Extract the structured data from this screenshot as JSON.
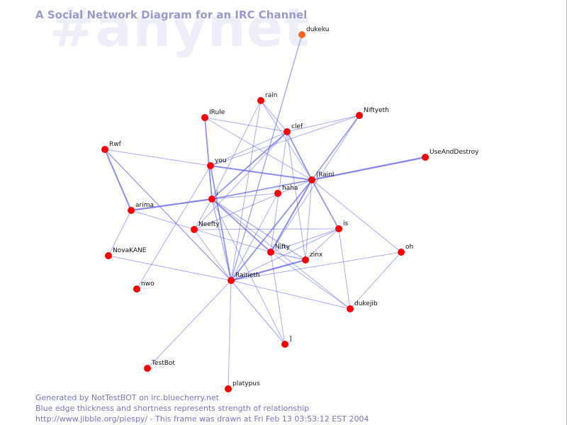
{
  "watermark": "#anynet",
  "title": "A Social Network Diagram for an IRC Channel",
  "colors": {
    "node": "#ff0000",
    "node_active": "#ff6622",
    "edge": "#6666ee",
    "title": "#9999cc",
    "footer": "#7777bb"
  },
  "nodes": [
    {
      "id": "dukeku",
      "label": "dukeku"
    },
    {
      "id": "rain",
      "label": "rain"
    },
    {
      "id": "IRule",
      "label": "IRule"
    },
    {
      "id": "clef",
      "label": "clef"
    },
    {
      "id": "Niftyeth",
      "label": "Niftyeth"
    },
    {
      "id": "Rwf",
      "label": "Rwf"
    },
    {
      "id": "you",
      "label": "you"
    },
    {
      "id": "UseAndDestroy",
      "label": "UseAndDestroy"
    },
    {
      "id": "IRainI",
      "label": "|RainI"
    },
    {
      "id": "haha",
      "label": "haha"
    },
    {
      "id": "i",
      "label": "i"
    },
    {
      "id": "arima",
      "label": "arima"
    },
    {
      "id": "Neefty",
      "label": "Neefty"
    },
    {
      "id": "is",
      "label": "is"
    },
    {
      "id": "NovaKANE",
      "label": "NovaKANE"
    },
    {
      "id": "Nifty",
      "label": "Nifty"
    },
    {
      "id": "oh",
      "label": "oh"
    },
    {
      "id": "zinx",
      "label": "zinx"
    },
    {
      "id": "Raineth",
      "label": "Raineth"
    },
    {
      "id": "nwo",
      "label": "nwo"
    },
    {
      "id": "dukejib",
      "label": "dukejib"
    },
    {
      "id": "J",
      "label": "]"
    },
    {
      "id": "TestBot",
      "label": "TestBot"
    },
    {
      "id": "platypus",
      "label": "platypus"
    }
  ],
  "edges": [
    {
      "from": "dukeku",
      "to": "Raineth",
      "weight": 1.3
    },
    {
      "from": "rain",
      "to": "clef",
      "weight": 1
    },
    {
      "from": "rain",
      "to": "i",
      "weight": 1
    },
    {
      "from": "rain",
      "to": "Raineth",
      "weight": 1
    },
    {
      "from": "rain",
      "to": "IRainI",
      "weight": 1
    },
    {
      "from": "IRule",
      "to": "clef",
      "weight": 1
    },
    {
      "from": "IRule",
      "to": "IRainI",
      "weight": 1
    },
    {
      "from": "IRule",
      "to": "i",
      "weight": 1.8
    },
    {
      "from": "clef",
      "to": "you",
      "weight": 1
    },
    {
      "from": "clef",
      "to": "i",
      "weight": 1.8
    },
    {
      "from": "clef",
      "to": "IRainI",
      "weight": 1.8
    },
    {
      "from": "clef",
      "to": "Nifty",
      "weight": 1
    },
    {
      "from": "clef",
      "to": "Neefty",
      "weight": 1
    },
    {
      "from": "clef",
      "to": "Niftyeth",
      "weight": 1
    },
    {
      "from": "clef",
      "to": "zinx",
      "weight": 1
    },
    {
      "from": "Niftyeth",
      "to": "IRainI",
      "weight": 1.6
    },
    {
      "from": "Niftyeth",
      "to": "Nifty",
      "weight": 1
    },
    {
      "from": "Niftyeth",
      "to": "you",
      "weight": 1
    },
    {
      "from": "Rwf",
      "to": "arima",
      "weight": 2
    },
    {
      "from": "Rwf",
      "to": "you",
      "weight": 1
    },
    {
      "from": "Rwf",
      "to": "Raineth",
      "weight": 1
    },
    {
      "from": "you",
      "to": "IRainI",
      "weight": 2
    },
    {
      "from": "you",
      "to": "Raineth",
      "weight": 1.8
    },
    {
      "from": "you",
      "to": "nwo",
      "weight": 1
    },
    {
      "from": "UseAndDestroy",
      "to": "IRainI",
      "weight": 2.2
    },
    {
      "from": "IRainI",
      "to": "i",
      "weight": 1.8
    },
    {
      "from": "IRainI",
      "to": "Nifty",
      "weight": 2
    },
    {
      "from": "IRainI",
      "to": "is",
      "weight": 1.8
    },
    {
      "from": "IRainI",
      "to": "zinx",
      "weight": 1
    },
    {
      "from": "IRainI",
      "to": "Raineth",
      "weight": 1.8
    },
    {
      "from": "IRainI",
      "to": "oh",
      "weight": 1
    },
    {
      "from": "IRainI",
      "to": "Neefty",
      "weight": 1
    },
    {
      "from": "haha",
      "to": "i",
      "weight": 1
    },
    {
      "from": "haha",
      "to": "Raineth",
      "weight": 1
    },
    {
      "from": "i",
      "to": "arima",
      "weight": 2.2
    },
    {
      "from": "i",
      "to": "Neefty",
      "weight": 1
    },
    {
      "from": "i",
      "to": "Nifty",
      "weight": 1.8
    },
    {
      "from": "i",
      "to": "zinx",
      "weight": 1.2
    },
    {
      "from": "i",
      "to": "Raineth",
      "weight": 1.2
    },
    {
      "from": "i",
      "to": "J",
      "weight": 1
    },
    {
      "from": "i",
      "to": "dukejib",
      "weight": 1
    },
    {
      "from": "arima",
      "to": "NovaKANE",
      "weight": 1
    },
    {
      "from": "arima",
      "to": "Nifty",
      "weight": 1
    },
    {
      "from": "Neefty",
      "to": "Raineth",
      "weight": 1
    },
    {
      "from": "Neefty",
      "to": "is",
      "weight": 1
    },
    {
      "from": "is",
      "to": "Nifty",
      "weight": 1
    },
    {
      "from": "is",
      "to": "zinx",
      "weight": 1
    },
    {
      "from": "is",
      "to": "Raineth",
      "weight": 1
    },
    {
      "from": "is",
      "to": "dukejib",
      "weight": 1
    },
    {
      "from": "NovaKANE",
      "to": "Raineth",
      "weight": 1
    },
    {
      "from": "Nifty",
      "to": "zinx",
      "weight": 1.2
    },
    {
      "from": "Nifty",
      "to": "dukejib",
      "weight": 1
    },
    {
      "from": "Nifty",
      "to": "J",
      "weight": 1
    },
    {
      "from": "oh",
      "to": "dukejib",
      "weight": 1
    },
    {
      "from": "oh",
      "to": "Raineth",
      "weight": 1
    },
    {
      "from": "zinx",
      "to": "Raineth",
      "weight": 2.2
    },
    {
      "from": "Raineth",
      "to": "dukejib",
      "weight": 1
    },
    {
      "from": "Raineth",
      "to": "TestBot",
      "weight": 1
    },
    {
      "from": "Raineth",
      "to": "platypus",
      "weight": 1
    },
    {
      "from": "Raineth",
      "to": "J",
      "weight": 1.2
    },
    {
      "from": "Raineth",
      "to": "Rwf",
      "weight": 1
    }
  ],
  "footer": {
    "line1": "Generated by NotTestBOT on irc.bluecherry.net",
    "line2": "Blue edge thickness and shortness represents strength of relationship",
    "line3": "http://www.jibble.org/piespy/ - This frame was drawn at Fri Feb 13 03:53:12 EST 2004"
  }
}
